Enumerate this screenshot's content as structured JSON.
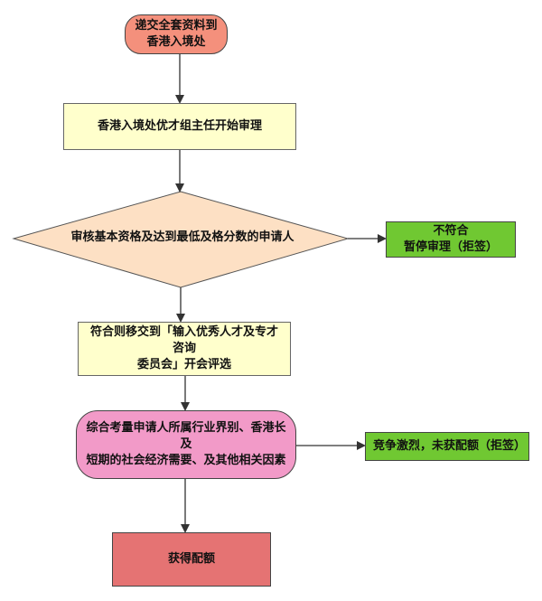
{
  "flowchart": {
    "nodes": {
      "start": {
        "lines": [
          "递交全套资料到",
          "香港入境处"
        ]
      },
      "begin_review": {
        "lines": [
          "香港入境处优才组主任开始审理"
        ]
      },
      "decision": {
        "lines": [
          "审核基本资格及达到最低及格分数的申请人"
        ]
      },
      "not_qualified": {
        "lines": [
          "不符合",
          "暂停审理（拒签）"
        ]
      },
      "committee": {
        "lines": [
          "符合则移交到「输入优秀人才及专才咨询",
          "委员会」开会评选"
        ]
      },
      "consider": {
        "lines": [
          "综合考量申请人所属行业界别、香港长及",
          "短期的社会经济需要、及其他相关因素"
        ]
      },
      "rejected": {
        "lines": [
          "竞争激烈，未获配额（拒签）"
        ]
      },
      "granted": {
        "lines": [
          "获得配额"
        ]
      }
    }
  },
  "colors": {
    "start": "#f4907c",
    "process": "#ffffcc",
    "decision": "#fde0c4",
    "reject": "#70c832",
    "consider": "#f29ac8",
    "granted": "#e57373",
    "arrow": "#333333"
  }
}
